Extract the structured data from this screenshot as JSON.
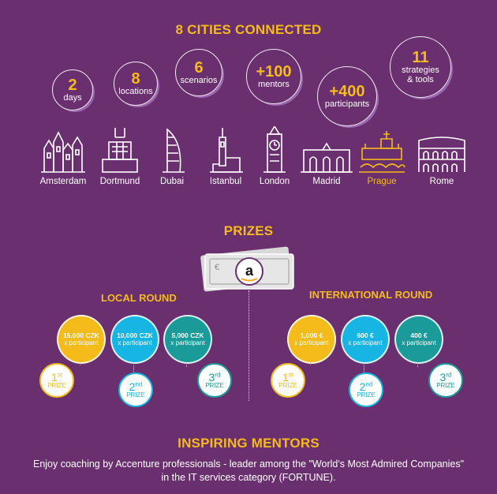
{
  "headings": {
    "cities": "8 CITIES CONNECTED",
    "prizes": "PRIZES",
    "mentors": "INSPIRING MENTORS"
  },
  "stats": [
    {
      "num": "2",
      "label": "days"
    },
    {
      "num": "8",
      "label": "locations"
    },
    {
      "num": "6",
      "label": "scenarios"
    },
    {
      "num": "+100",
      "label": "mentors"
    },
    {
      "num": "+400",
      "label": "participants"
    },
    {
      "num": "11",
      "label": "strategies\n& tools"
    }
  ],
  "cities": [
    "Amsterdam",
    "Dortmund",
    "Dubai",
    "Istanbul",
    "London",
    "Madrid",
    "Prague",
    "Rome"
  ],
  "highlight_city": "Prague",
  "local_round": {
    "title": "LOCAL ROUND",
    "prizes": [
      {
        "amount": "15,000 CZK",
        "note": "x participant",
        "place": "1",
        "suffix": "st",
        "label": "PRIZE"
      },
      {
        "amount": "10,000 CZK",
        "note": "x participant",
        "place": "2",
        "suffix": "nd",
        "label": "PRIZE"
      },
      {
        "amount": "5,000 CZK",
        "note": "x participant",
        "place": "3",
        "suffix": "rd",
        "label": "PRIZE"
      }
    ]
  },
  "international_round": {
    "title": "INTERNATIONAL ROUND",
    "prizes": [
      {
        "amount": "1,000 €",
        "note": "x participant",
        "place": "1",
        "suffix": "st",
        "label": "PRIZE"
      },
      {
        "amount": "600 €",
        "note": "x participant",
        "place": "2",
        "suffix": "nd",
        "label": "PRIZE"
      },
      {
        "amount": "400 €",
        "note": "x participant",
        "place": "3",
        "suffix": "rd",
        "label": "PRIZE"
      }
    ]
  },
  "mentors_text": "Enjoy coaching by Accenture professionals - leader among the \"World's Most Admired Companies\" in the IT services category (FORTUNE).",
  "colors": {
    "background": "#6a2f6e",
    "gold": "#f5bb1b",
    "cyan": "#17b5e3",
    "teal": "#1b9a9a",
    "first_border": "#f5bb1b",
    "second_border": "#17b5e3",
    "third_border": "#1b9a9a"
  }
}
